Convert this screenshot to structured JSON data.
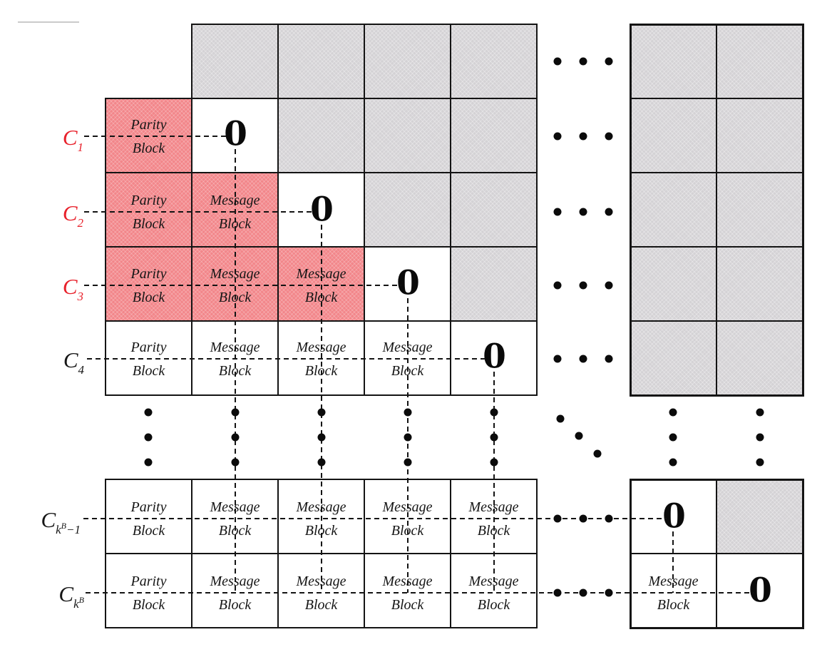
{
  "diagram": {
    "type": "staircase-block-code-structure",
    "cell_text": {
      "parity": [
        "Parity",
        "Block"
      ],
      "message": [
        "Message",
        "Block"
      ],
      "zero": "0"
    },
    "row_labels": [
      {
        "name": "C1",
        "base": "C",
        "sub": "1",
        "sup": "",
        "tail": "",
        "variant": "red"
      },
      {
        "name": "C2",
        "base": "C",
        "sub": "2",
        "sup": "",
        "tail": "",
        "variant": "red"
      },
      {
        "name": "C3",
        "base": "C",
        "sub": "3",
        "sup": "",
        "tail": "",
        "variant": "red"
      },
      {
        "name": "C4",
        "base": "C",
        "sub": "4",
        "sup": "",
        "tail": "",
        "variant": "black"
      },
      {
        "name": "C_kB_minus_1",
        "base": "C",
        "sub": "k",
        "sup": "B",
        "tail": "−1",
        "variant": "black"
      },
      {
        "name": "C_kB",
        "base": "C",
        "sub": "k",
        "sup": "B",
        "tail": "",
        "variant": "black"
      }
    ],
    "grids": {
      "top_left": [
        [
          "none",
          "shaded",
          "shaded",
          "shaded",
          "shaded"
        ],
        [
          "parity_hl",
          "zero",
          "shaded",
          "shaded",
          "shaded"
        ],
        [
          "parity_hl",
          "message_hl",
          "zero",
          "shaded",
          "shaded"
        ],
        [
          "parity_hl",
          "message_hl",
          "message_hl",
          "zero",
          "shaded"
        ],
        [
          "parity",
          "message",
          "message",
          "message",
          "zero"
        ]
      ],
      "top_right": [
        [
          "shaded",
          "shaded"
        ],
        [
          "shaded",
          "shaded"
        ],
        [
          "shaded",
          "shaded"
        ],
        [
          "shaded",
          "shaded"
        ],
        [
          "shaded",
          "shaded"
        ]
      ],
      "bottom_left": [
        [
          "parity",
          "message",
          "message",
          "message",
          "message"
        ],
        [
          "parity",
          "message",
          "message",
          "message",
          "message"
        ]
      ],
      "bottom_right": [
        [
          "zero",
          "shaded"
        ],
        [
          "message",
          "zero"
        ]
      ]
    },
    "ellipses": {
      "dots_per_group": 3,
      "vertical_groups": 7,
      "horizontal_groups": 5,
      "diagonal_groups": 1,
      "bottom_row_line_groups": 2
    }
  },
  "colors": {
    "highlight_fill": "#f2868a",
    "shaded_fill": "#d4d2d5",
    "label_red": "#e8212b",
    "line": "#141414",
    "background": "#ffffff"
  }
}
